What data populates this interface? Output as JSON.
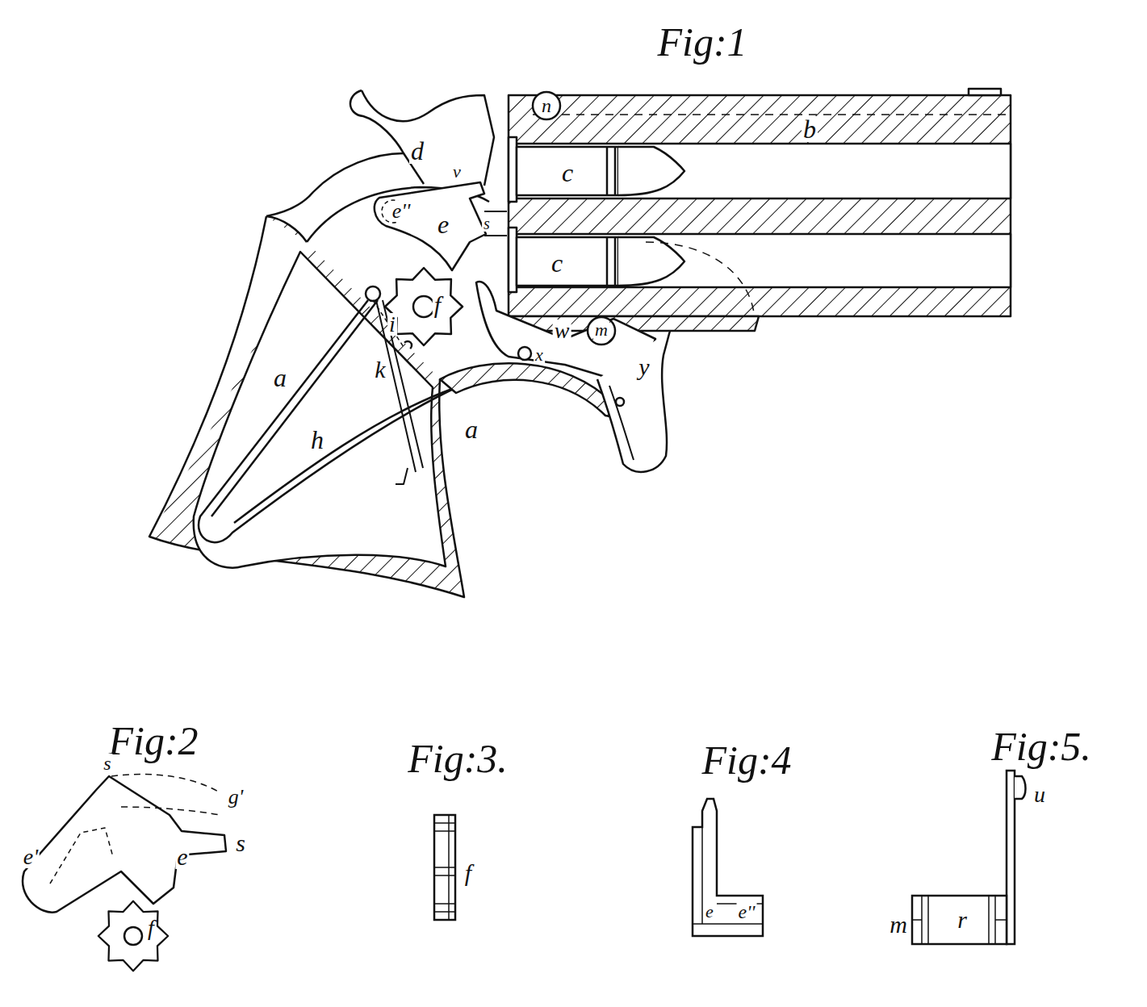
{
  "diagram": {
    "labels": [
      "Fig:1",
      "n",
      "b",
      "d",
      "v",
      "e''",
      "e",
      "s",
      "c",
      "c",
      "f",
      "i",
      "k",
      "w",
      "m",
      "x",
      "y",
      "a",
      "h",
      "a",
      "Fig:2",
      "s",
      "g'",
      "e",
      "s",
      "e'",
      "f",
      "Fig:3.",
      "f",
      "Fig:4",
      "e",
      "e''",
      "Fig:5.",
      "u",
      "m",
      "r"
    ]
  }
}
